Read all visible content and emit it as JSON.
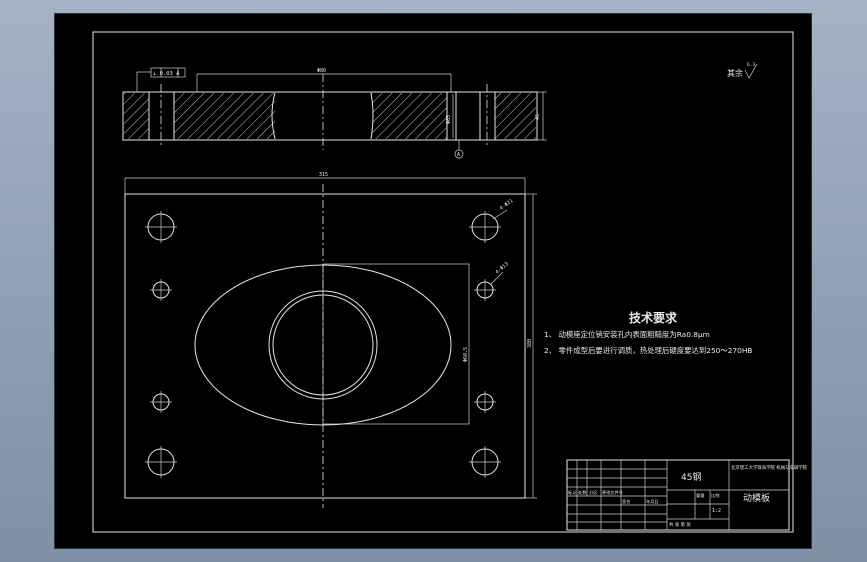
{
  "drawing": {
    "tech_title": "技术要求",
    "tech_notes": [
      "1、 动模座定位销安装孔内表面粗糙度为Ra0.8μm",
      "2、 零件成型后要进行调质，热处理后硬度要达到250～270HB"
    ],
    "roughness_note": "其余",
    "roughness_value": "6.3",
    "dimensions": {
      "top_bore": "Φ80",
      "top_hole_depth": "Φ65",
      "thickness": "45",
      "plate_width": "315",
      "plate_height": "380",
      "bolt_hole": "4-Φ21",
      "pin_hole": "4-Φ13",
      "pocket": "Φ60.5"
    },
    "tolerance_frame": "⊥ 0.03 A",
    "datum_label": "A"
  },
  "title_block": {
    "material": "45钢",
    "part_name": "动模板",
    "company": "北京理工大学珠海学院 机械与车辆学院",
    "labels": [
      "标记",
      "处数",
      "分区",
      "更改文件号",
      "签名",
      "年月日"
    ],
    "weight_label": "重量",
    "scale_label": "比例",
    "scale_value": "1:2",
    "sheet_label": "共 张 第 张"
  }
}
